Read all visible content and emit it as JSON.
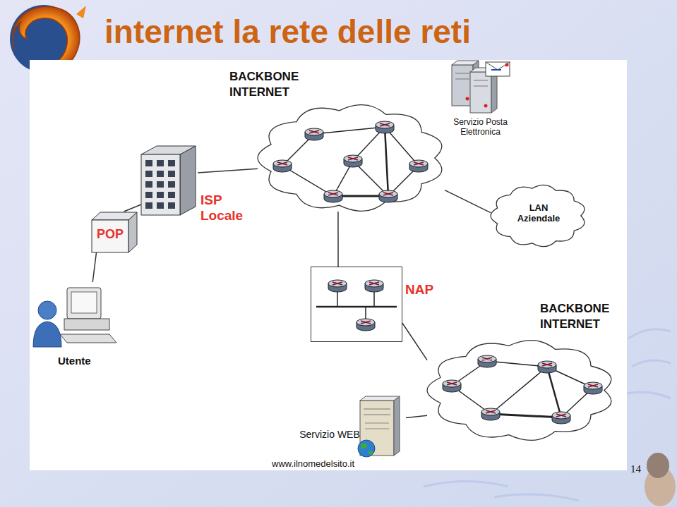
{
  "diagram": {
    "title": "internet la rete delle reti",
    "nodes": [
      {
        "text": [
          "BACKBONE INTERNET"
        ]
      },
      {
        "text": [
          "Servizio Posta Elettronica"
        ]
      },
      {
        "text": [
          "ISP Locale"
        ]
      },
      {
        "text": [
          "POP"
        ]
      },
      {
        "text": [
          "LAN Aziendale"
        ]
      },
      {
        "text": [
          "NAP"
        ]
      },
      {
        "text": [
          "Utente"
        ]
      },
      {
        "text": [
          "BACKBONE INTERNET"
        ]
      },
      {
        "text": [
          "Servizio WEB",
          "www.ilnomedelsito.it"
        ]
      }
    ],
    "edges": [
      {
        "from": 6,
        "to": 3,
        "arrow": "none"
      },
      {
        "from": 3,
        "to": 2,
        "arrow": "none"
      },
      {
        "from": 2,
        "to": 0,
        "arrow": "none"
      },
      {
        "from": 0,
        "to": 4,
        "arrow": "none"
      },
      {
        "from": 0,
        "to": 5,
        "arrow": "none"
      },
      {
        "from": 5,
        "to": 7,
        "arrow": "none"
      },
      {
        "from": 7,
        "to": 8,
        "arrow": "none"
      }
    ],
    "labels": [
      "14"
    ]
  }
}
